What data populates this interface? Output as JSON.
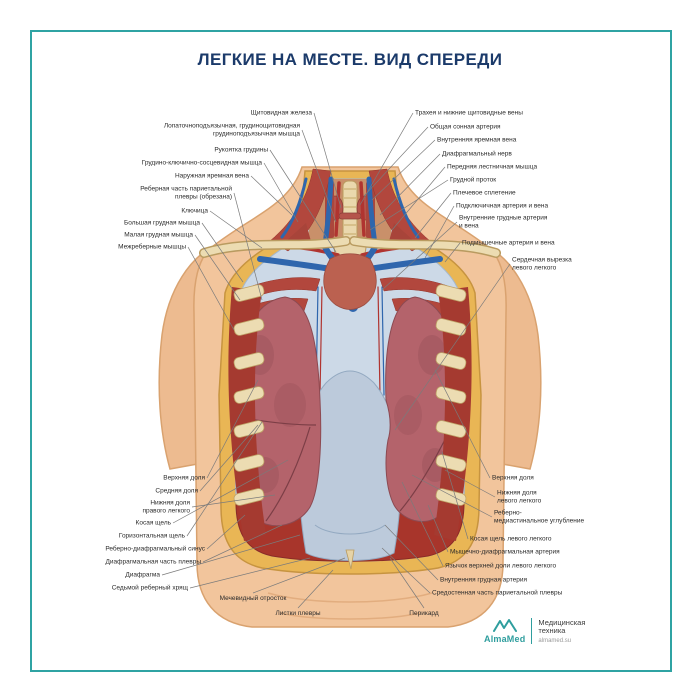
{
  "poster": {
    "title": "ЛЕГКИЕ НА МЕСТЕ. ВИД СПЕРЕДИ",
    "accent_color": "#2fa3a3",
    "title_color": "#1b3a6a"
  },
  "labels": {
    "left_top": [
      "Щитовидная железа",
      "Лопаточноподъязычная, грудинощитовидная\nгрудиноподъязычная мышца",
      "Рукоятка грудины",
      "Грудино-ключично-сосцевидная мышца",
      "Наружная яремная вена",
      "Реберная часть париетальной\nплевры (обрезана)",
      "Ключица",
      "Большая грудная мышца",
      "Малая грудная мышца",
      "Межреберные мышцы"
    ],
    "left_bottom": [
      "Верхняя доля",
      "Средняя доля",
      "Нижняя доля\nправого легкого",
      "Косая щель",
      "Горизонтальная щель",
      "Реберно-диафрагмальный синус",
      "Диафрагмальная часть плевры",
      "Диафрагма",
      "Седьмой реберный хрящ"
    ],
    "bottom_center": [
      "Мечевидный отросток",
      "Листки плевры",
      "Перикард"
    ],
    "right_top": [
      "Трахея и нижние щитовидные вены",
      "Общая сонная артерия",
      "Внутренняя яремная вена",
      "Диафрагмальный нерв",
      "Передняя лестничная мышца",
      "Грудной проток",
      "Плечевое сплетение",
      "Подключичная артерия и вена",
      "Внутренние грудные артерия\nи вена",
      "Подмышечные артерия и вена",
      "Сердечная вырезка\nлевого легкого"
    ],
    "right_bottom": [
      "Верхняя доля",
      "Нижняя доля\nлевого легкого",
      "Реберно-\nмедиастинальное углубление",
      "Косая щель левого легкого",
      "Мышечно-диафрагмальная артерия",
      "Язычок верхней доли левого легкого",
      "Внутренняя грудная артерия",
      "Средостенная часть париетальной плевры"
    ]
  },
  "footer": {
    "brand": "AlmaMed",
    "line1": "Медицинская",
    "line2": "техника",
    "site": "almamed.su"
  }
}
